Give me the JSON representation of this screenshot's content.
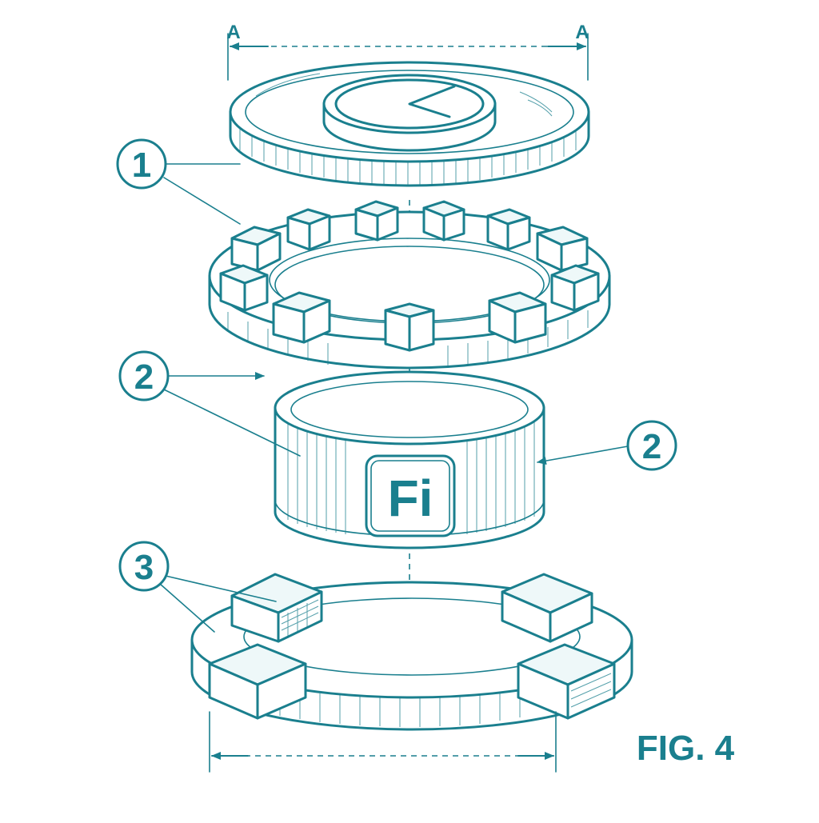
{
  "colors": {
    "ink": "#1a7f8e",
    "paper": "#ffffff",
    "tint": "#eef8f9"
  },
  "section_marks": {
    "left": "A",
    "right": "A"
  },
  "callouts": [
    "1",
    "2",
    "2",
    "3"
  ],
  "logo": {
    "text": "Fi"
  },
  "figure_label": "FIG. 4"
}
